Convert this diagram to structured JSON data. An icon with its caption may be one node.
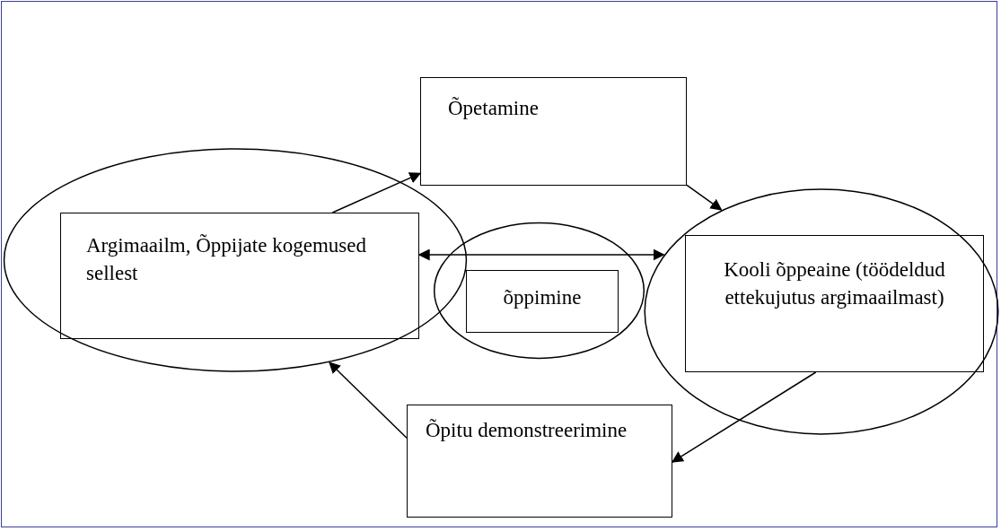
{
  "diagram": {
    "nodes": [
      {
        "text": [],
        "shape": "ellipse"
      },
      {
        "text": [
          "Argimaailm, Õppijate kogemused sellest"
        ],
        "in": 0
      },
      {
        "text": [
          "Õpetamine"
        ]
      },
      {
        "text": [],
        "shape": "ellipse"
      },
      {
        "text": [
          "õppimine"
        ],
        "in": 3
      },
      {
        "text": [],
        "shape": "ellipse"
      },
      {
        "text": [
          "Kooli õppeaine (töödeldud ettekujutus argimaailmast)"
        ],
        "in": 5
      },
      {
        "text": [
          "Õpitu demonstreerimine"
        ]
      }
    ],
    "edges": [
      {
        "from": 1,
        "to": 2,
        "arrow": "to"
      },
      {
        "from": 2,
        "to": 5,
        "arrow": "to"
      },
      {
        "from": 1,
        "to": 5,
        "arrow": "both"
      },
      {
        "from": 6,
        "to": 7,
        "arrow": "to"
      },
      {
        "from": 7,
        "to": 0,
        "arrow": "to"
      }
    ]
  }
}
